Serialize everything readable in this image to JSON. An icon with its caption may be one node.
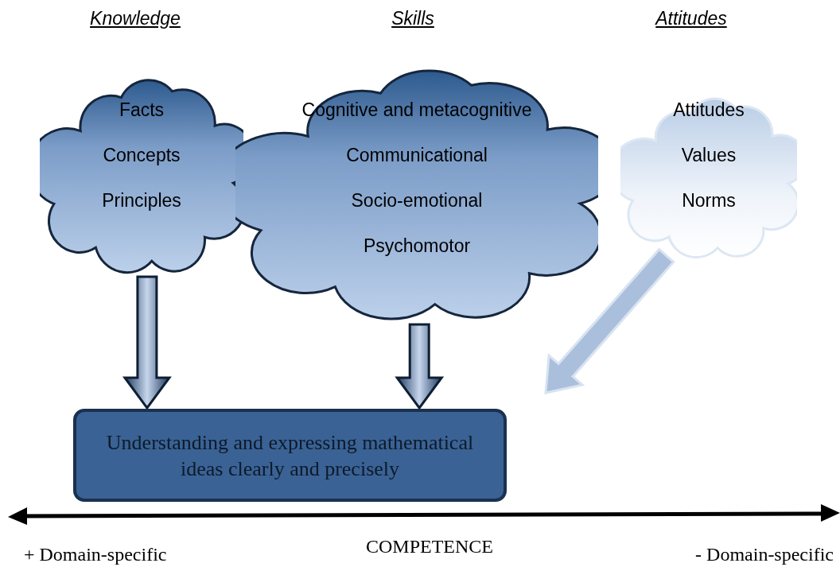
{
  "diagram": {
    "nodes": [
      {
        "text": [
          "Facts",
          "Concepts",
          "Principles"
        ]
      },
      {
        "text": [
          "Cognitive and metacognitive",
          "Communicational",
          "Socio-emotional",
          "Psychomotor"
        ]
      },
      {
        "text": [
          "Attitudes",
          "Values",
          "Norms"
        ]
      },
      {
        "text": [
          "Understanding and expressing mathematical ideas clearly and precisely"
        ]
      }
    ],
    "edges": [
      {
        "from": 0,
        "to": 3,
        "arrow": "to"
      },
      {
        "from": 1,
        "to": 3,
        "arrow": "to"
      },
      {
        "from": 2,
        "to": null,
        "arrow": "to",
        "color": "#a9bfdc"
      }
    ],
    "labels": [
      "Knowledge",
      "Skills",
      "Attitudes",
      "COMPETENCE",
      "+ Domain-specific",
      "- Domain-specific"
    ]
  }
}
